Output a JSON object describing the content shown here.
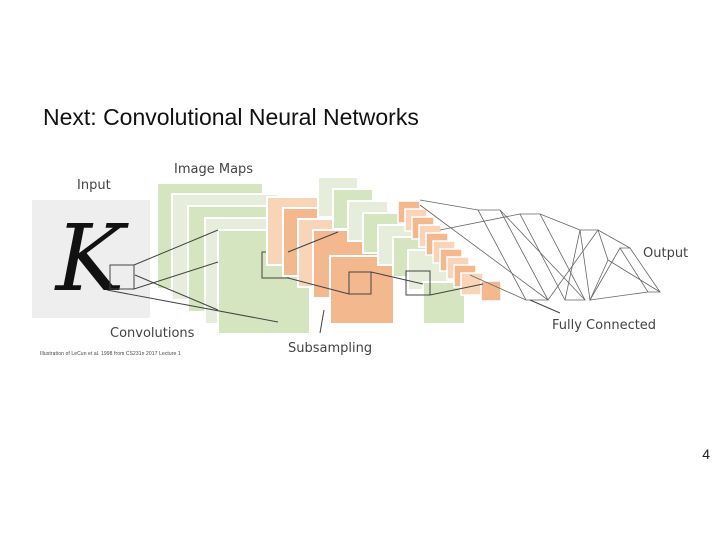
{
  "slide": {
    "title": "Next: Convolutional Neural Networks",
    "page_number": "4",
    "caption": "Illustration of LeCun et al. 1998 from CS231n 2017 Lecture 1"
  },
  "diagram": {
    "input_glyph": "K",
    "labels": {
      "input": "Input",
      "image_maps": "Image Maps",
      "output": "Output",
      "convolutions": "Convolutions",
      "subsampling": "Subsampling",
      "fully_connected": "Fully Connected"
    },
    "colors": {
      "green": "#d5e5c0",
      "green_light": "#e6eedb",
      "orange": "#f4b88e",
      "orange_light": "#f8d4b8",
      "input_bg": "#eeeeee",
      "line": "#555555"
    }
  }
}
